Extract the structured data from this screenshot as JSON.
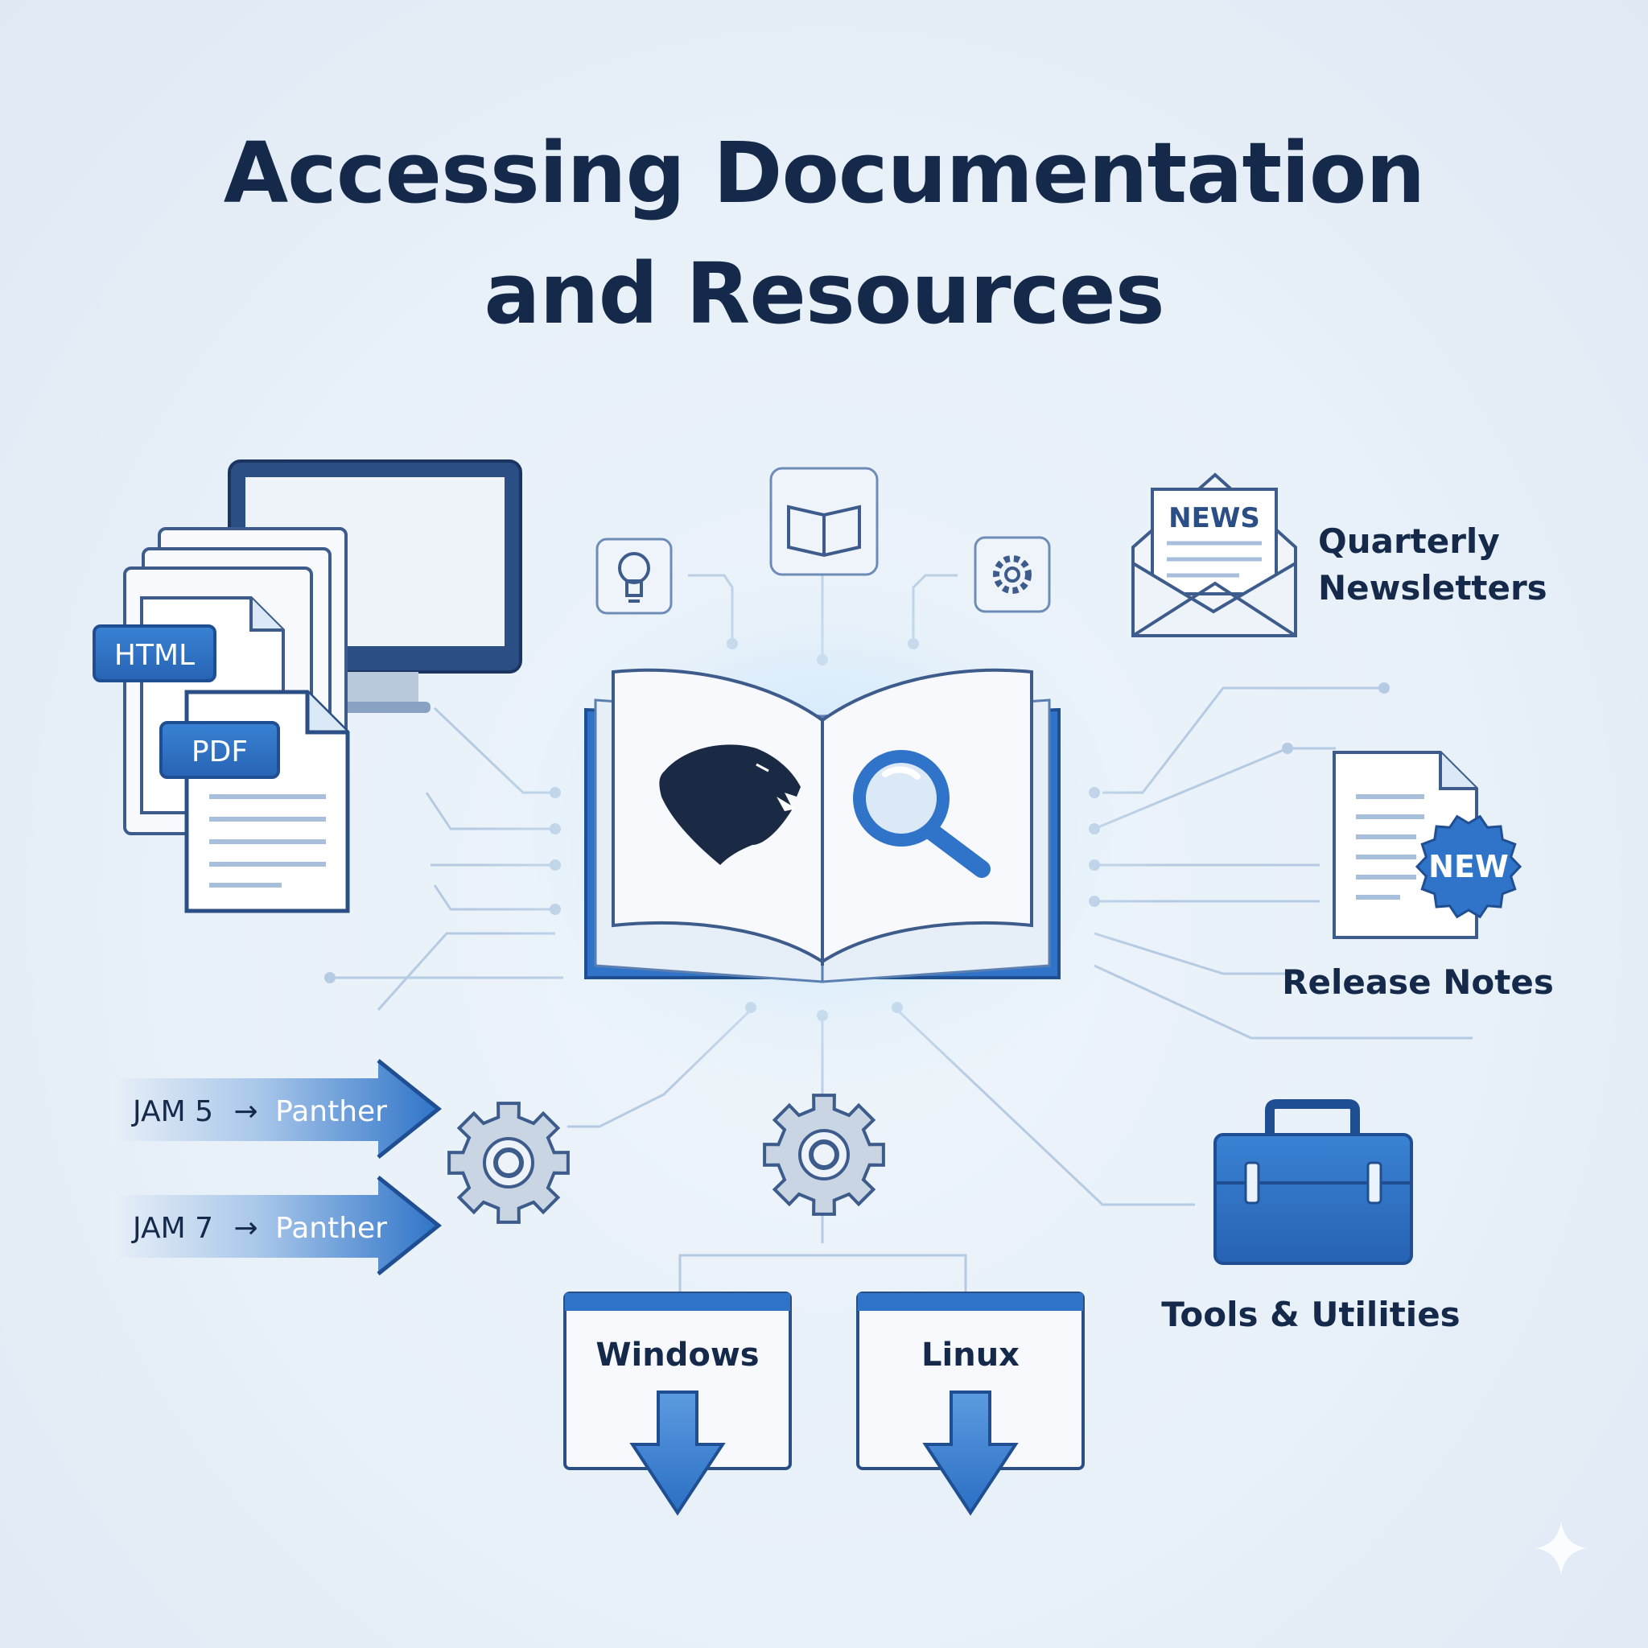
{
  "title": {
    "line1": "Accessing Documentation",
    "line2": "and Resources"
  },
  "formats": {
    "html_tag": "HTML",
    "pdf_tag": "PDF"
  },
  "newsletter": {
    "envelope_tag": "NEWS",
    "label_line1": "Quarterly",
    "label_line2": "Newsletters"
  },
  "release_notes": {
    "badge": "NEW",
    "label": "Release Notes"
  },
  "tools": {
    "label": "Tools & Utilities"
  },
  "migrations": [
    {
      "from": "JAM 5",
      "arrow": "→",
      "to": "Panther"
    },
    {
      "from": "JAM 7",
      "arrow": "→",
      "to": "Panther"
    }
  ],
  "downloads": [
    {
      "label": "Windows"
    },
    {
      "label": "Linux"
    }
  ],
  "icons": {
    "center": "open-book-icon",
    "brand": "panther-logo",
    "search": "magnifier-icon",
    "top_left": "lightbulb-icon",
    "top_center": "book-icon",
    "top_right": "gear-icon"
  },
  "colors": {
    "navy": "#15294a",
    "accent_blue": "#2f74c8",
    "light_blue": "#dbe8f6",
    "line": "#b5cbe3",
    "gear": "#c9d5e3"
  }
}
